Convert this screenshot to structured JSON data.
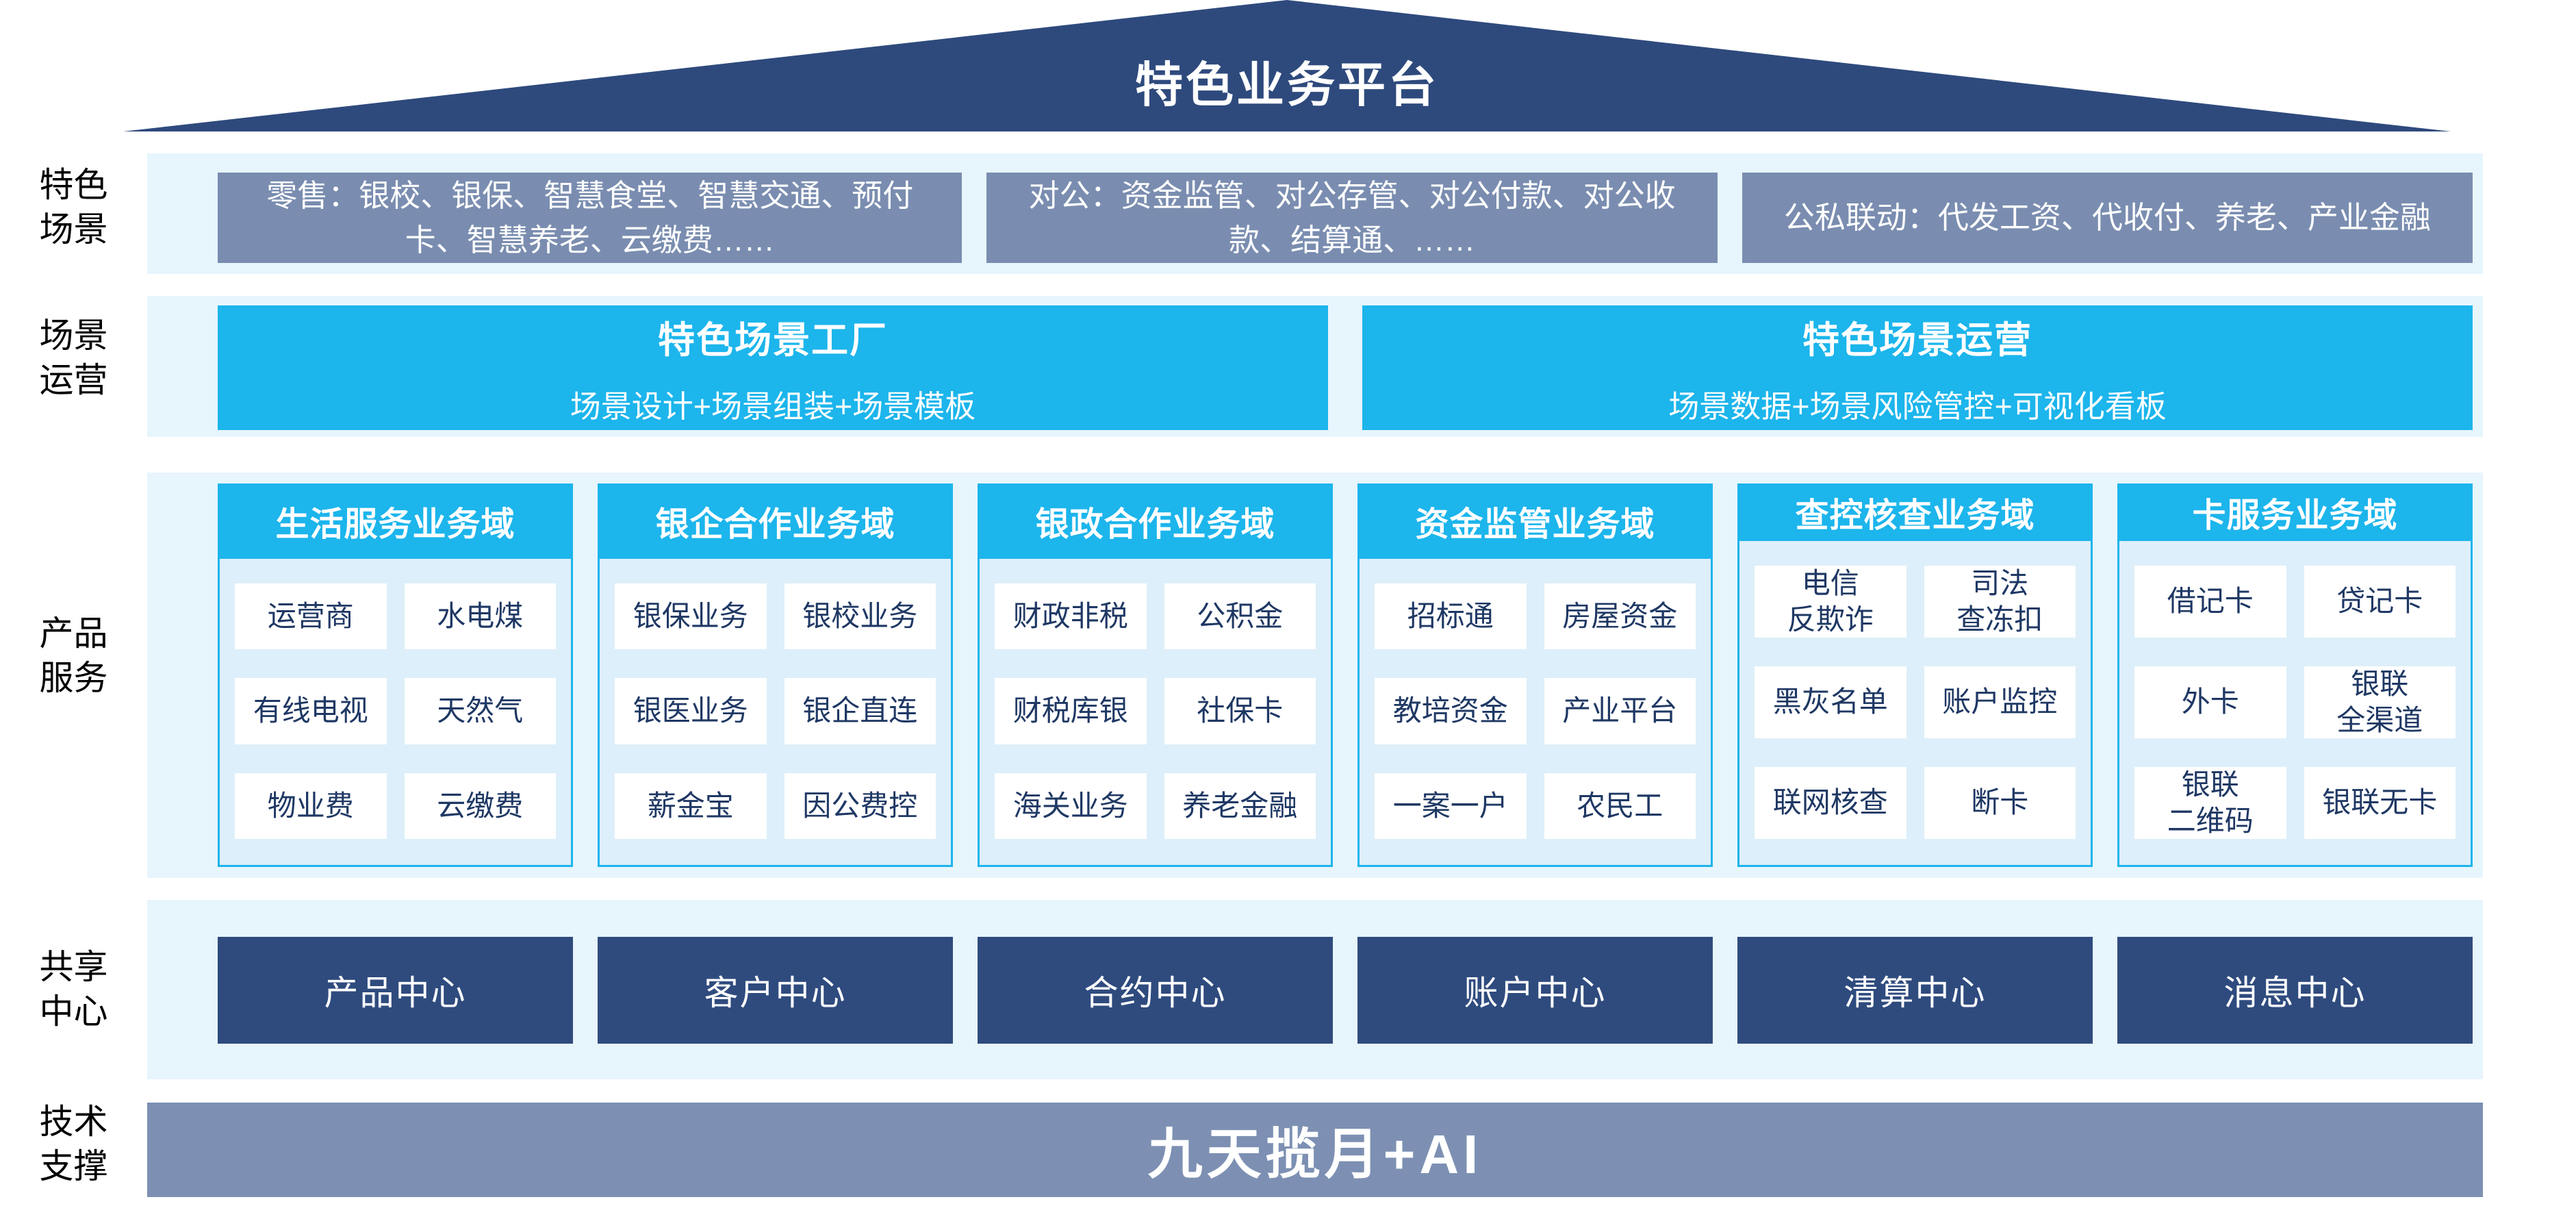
{
  "roof": {
    "title": "特色业务平台"
  },
  "sidebar": {
    "labels": [
      {
        "line1": "特色",
        "line2": "场景"
      },
      {
        "line1": "场景",
        "line2": "运营"
      },
      {
        "line1": "产品",
        "line2": "服务"
      },
      {
        "line1": "共享",
        "line2": "中心"
      },
      {
        "line1": "技术",
        "line2": "支撑"
      }
    ]
  },
  "scenes_row": {
    "boxes": [
      "零售：银校、银保、智慧食堂、智慧交通、预付卡、智慧养老、云缴费……",
      "对公：资金监管、对公存管、对公付款、对公收款、结算通、……",
      "公私联动：代发工资、代收付、养老、产业金融"
    ]
  },
  "operation_row": {
    "boxes": [
      {
        "title": "特色场景工厂",
        "subtitle": "场景设计+场景组装+场景模板"
      },
      {
        "title": "特色场景运营",
        "subtitle": "场景数据+场景风险管控+可视化看板"
      }
    ]
  },
  "product_row": {
    "columns": [
      {
        "header": "生活服务业务域",
        "cells": [
          "运营商",
          "水电煤",
          "有线电视",
          "天然气",
          "物业费",
          "云缴费"
        ]
      },
      {
        "header": "银企合作业务域",
        "cells": [
          "银保业务",
          "银校业务",
          "银医业务",
          "银企直连",
          "薪金宝",
          "因公费控"
        ]
      },
      {
        "header": "银政合作业务域",
        "cells": [
          "财政非税",
          "公积金",
          "财税库银",
          "社保卡",
          "海关业务",
          "养老金融"
        ]
      },
      {
        "header": "资金监管业务域",
        "cells": [
          "招标通",
          "房屋资金",
          "教培资金",
          "产业平台",
          "一案一户",
          "农民工"
        ]
      },
      {
        "header": "查控核查业务域",
        "cells": [
          "电信\n反欺诈",
          "司法\n查冻扣",
          "黑灰名单",
          "账户监控",
          "联网核查",
          "断卡"
        ]
      },
      {
        "header": "卡服务业务域",
        "cells": [
          "借记卡",
          "贷记卡",
          "外卡",
          "银联\n全渠道",
          "银联\n二维码",
          "银联无卡"
        ]
      }
    ]
  },
  "shared_row": {
    "centers": [
      "产品中心",
      "客户中心",
      "合约中心",
      "账户中心",
      "清算中心",
      "消息中心"
    ]
  },
  "tech_row": {
    "bar": "九天揽月+AI"
  },
  "colors": {
    "roof": "#2e4a7d",
    "band": "#e7f5fd",
    "gray_box": "#7a8db0",
    "cyan": "#1cb5ec",
    "panel": "#ddeffa",
    "cell_text": "#1f3864",
    "navy_box": "#2f4b7e",
    "tech_bar": "#7d90b3"
  }
}
